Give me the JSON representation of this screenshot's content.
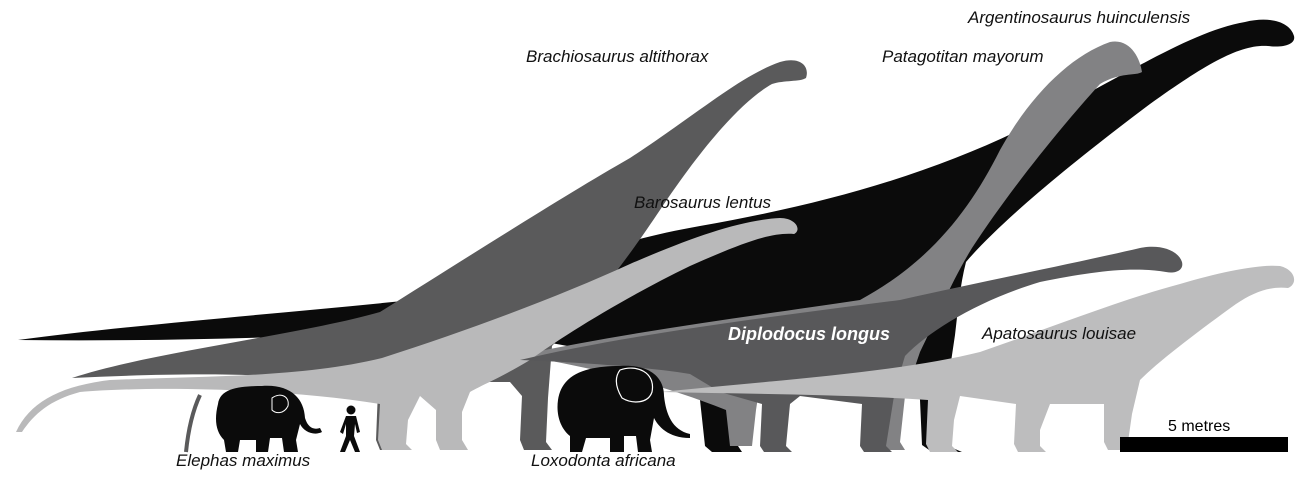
{
  "figure": {
    "species": {
      "argentinosaurus": "Argentinosaurus huinculensis",
      "brachiosaurus": "Brachiosaurus altithorax",
      "patagotitan": "Patagotitan mayorum",
      "barosaurus": "Barosaurus lentus",
      "diplodocus": "Diplodocus longus",
      "apatosaurus": "Apatosaurus louisae",
      "elephas": "Elephas maximus",
      "loxodonta": "Loxodonta africana"
    },
    "scale_bar": {
      "label": "5 metres"
    },
    "colors": {
      "argentinosaurus": "#0b0b0b",
      "brachiosaurus": "#5a5a5b",
      "patagotitan": "#828284",
      "barosaurus": "#b9b9ba",
      "diplodocus": "#58585a",
      "apatosaurus": "#bdbdbe",
      "elephants": "#0b0b0b",
      "human": "#0b0b0b"
    }
  }
}
